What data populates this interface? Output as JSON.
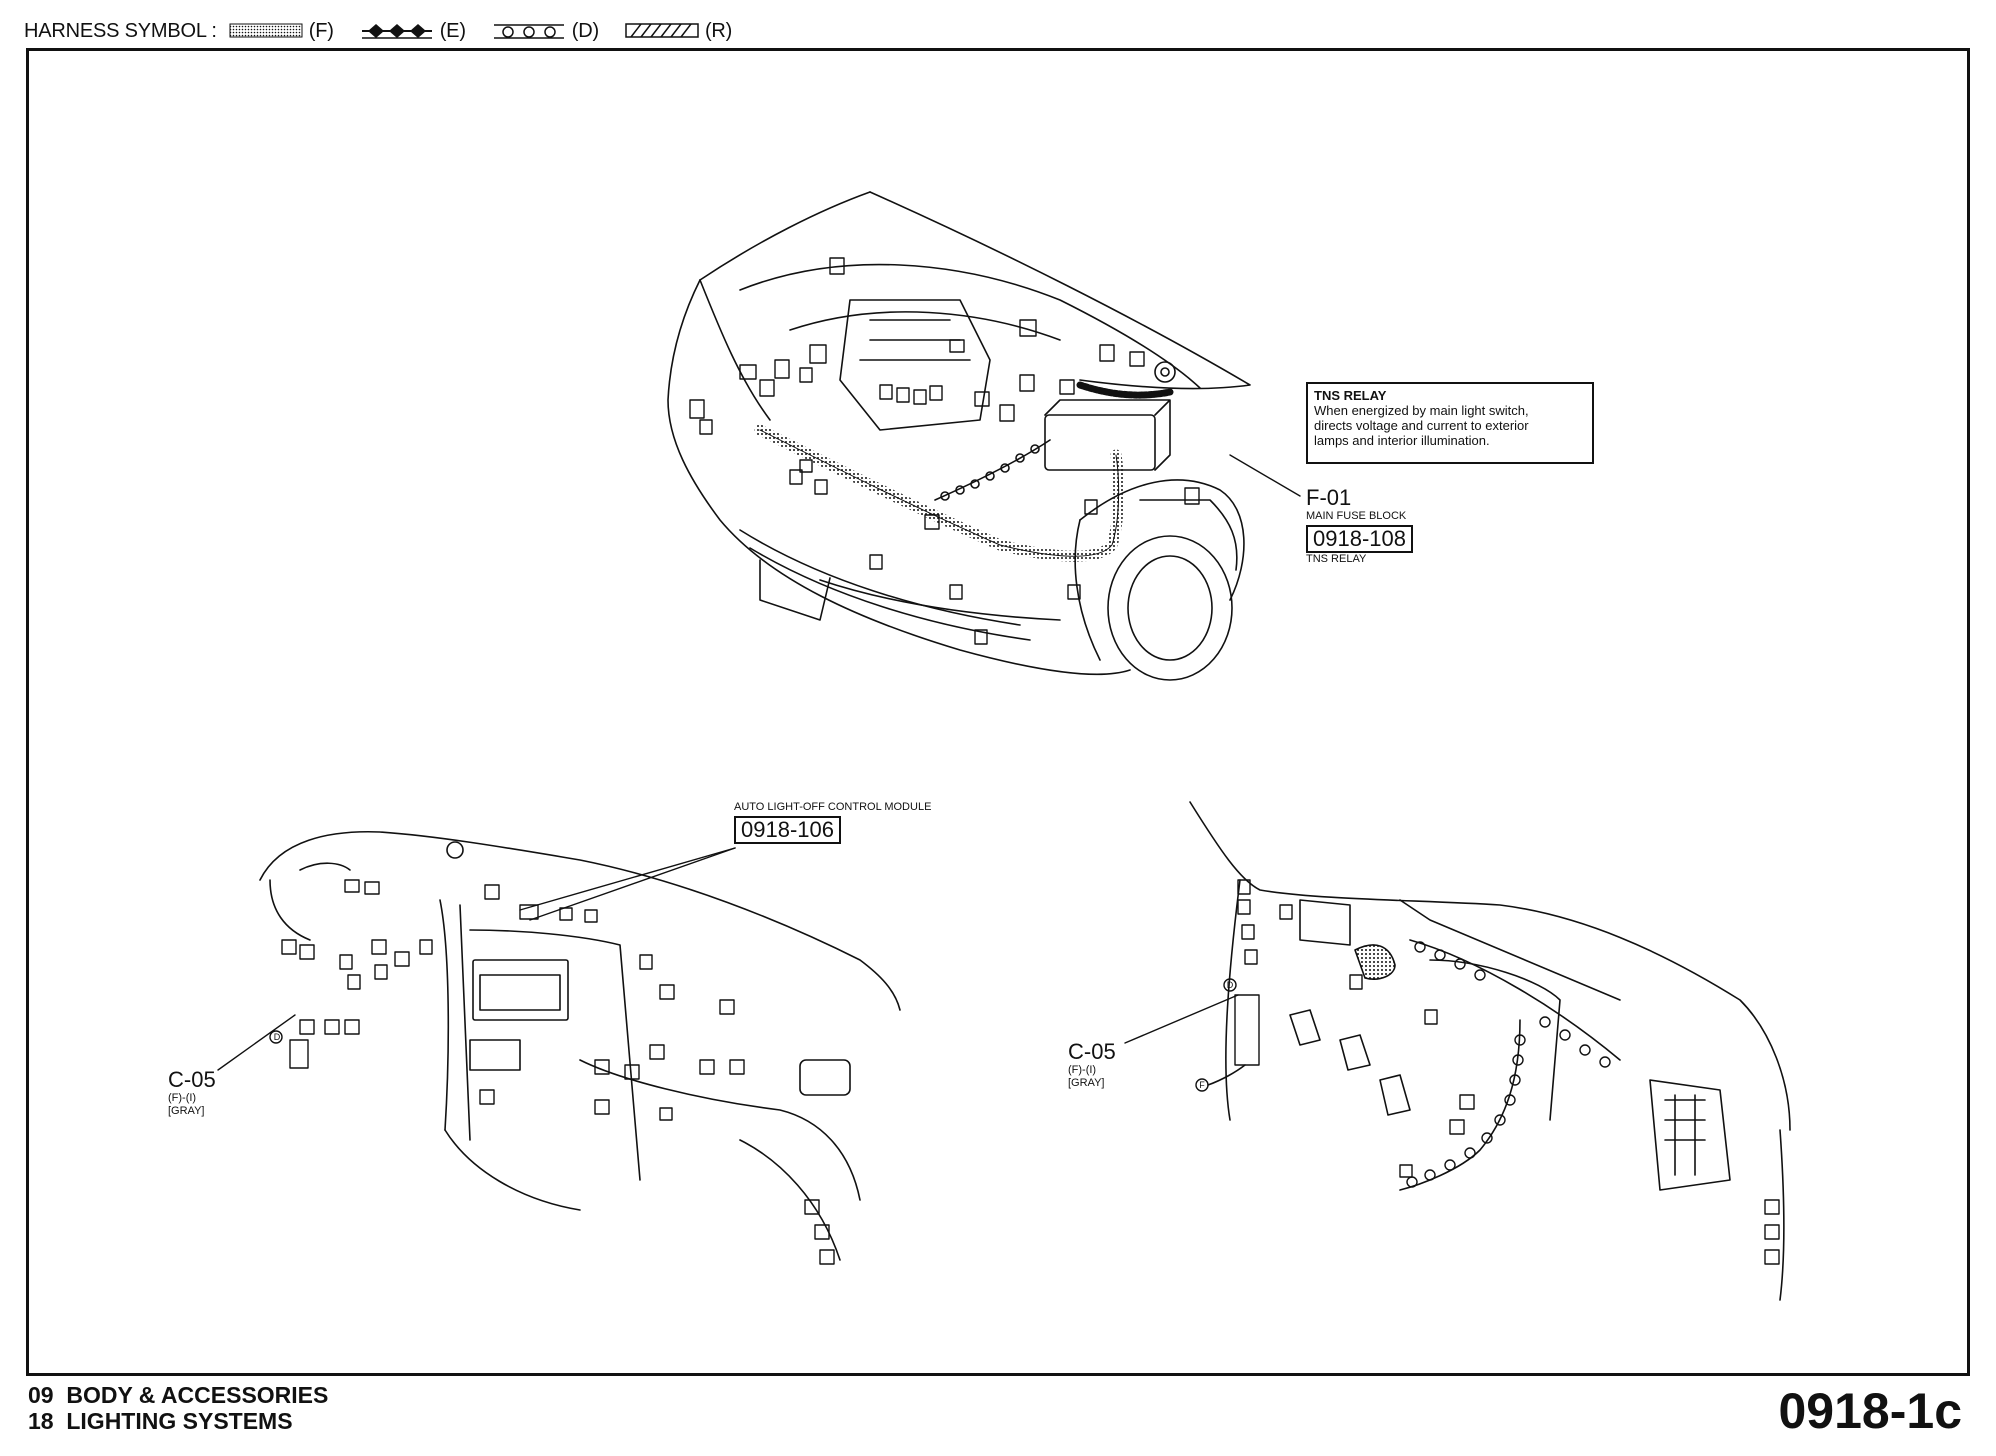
{
  "legend": {
    "title": "HARNESS SYMBOL :",
    "items": [
      {
        "code": "(F)",
        "symbol": "dotted-band"
      },
      {
        "code": "(E)",
        "symbol": "diamond-chain"
      },
      {
        "code": "(D)",
        "symbol": "circle-chain"
      },
      {
        "code": "(R)",
        "symbol": "hatched-band"
      }
    ]
  },
  "engine_view": {
    "tns_relay_box": {
      "title": "TNS RELAY",
      "lines": [
        "When energized by main light switch,",
        "directs voltage and current to exterior",
        "lamps and interior illumination."
      ]
    },
    "f01": {
      "code": "F-01",
      "name": "MAIN FUSE BLOCK",
      "ref": "0918-108",
      "sub": "TNS RELAY"
    }
  },
  "dash_left_view": {
    "module_label": "AUTO LIGHT-OFF CONTROL MODULE",
    "module_ref": "0918-106",
    "c05": {
      "code": "C-05",
      "line1": "(F)-(I)",
      "line2": "[GRAY]"
    },
    "marker": "D"
  },
  "dash_right_view": {
    "c05": {
      "code": "C-05",
      "line1": "(F)-(I)",
      "line2": "[GRAY]"
    },
    "markers": [
      "D",
      "F"
    ]
  },
  "footer": {
    "line1": "09  BODY & ACCESSORIES",
    "line2": "18  LIGHTING SYSTEMS",
    "page_number": "0918-1c"
  }
}
